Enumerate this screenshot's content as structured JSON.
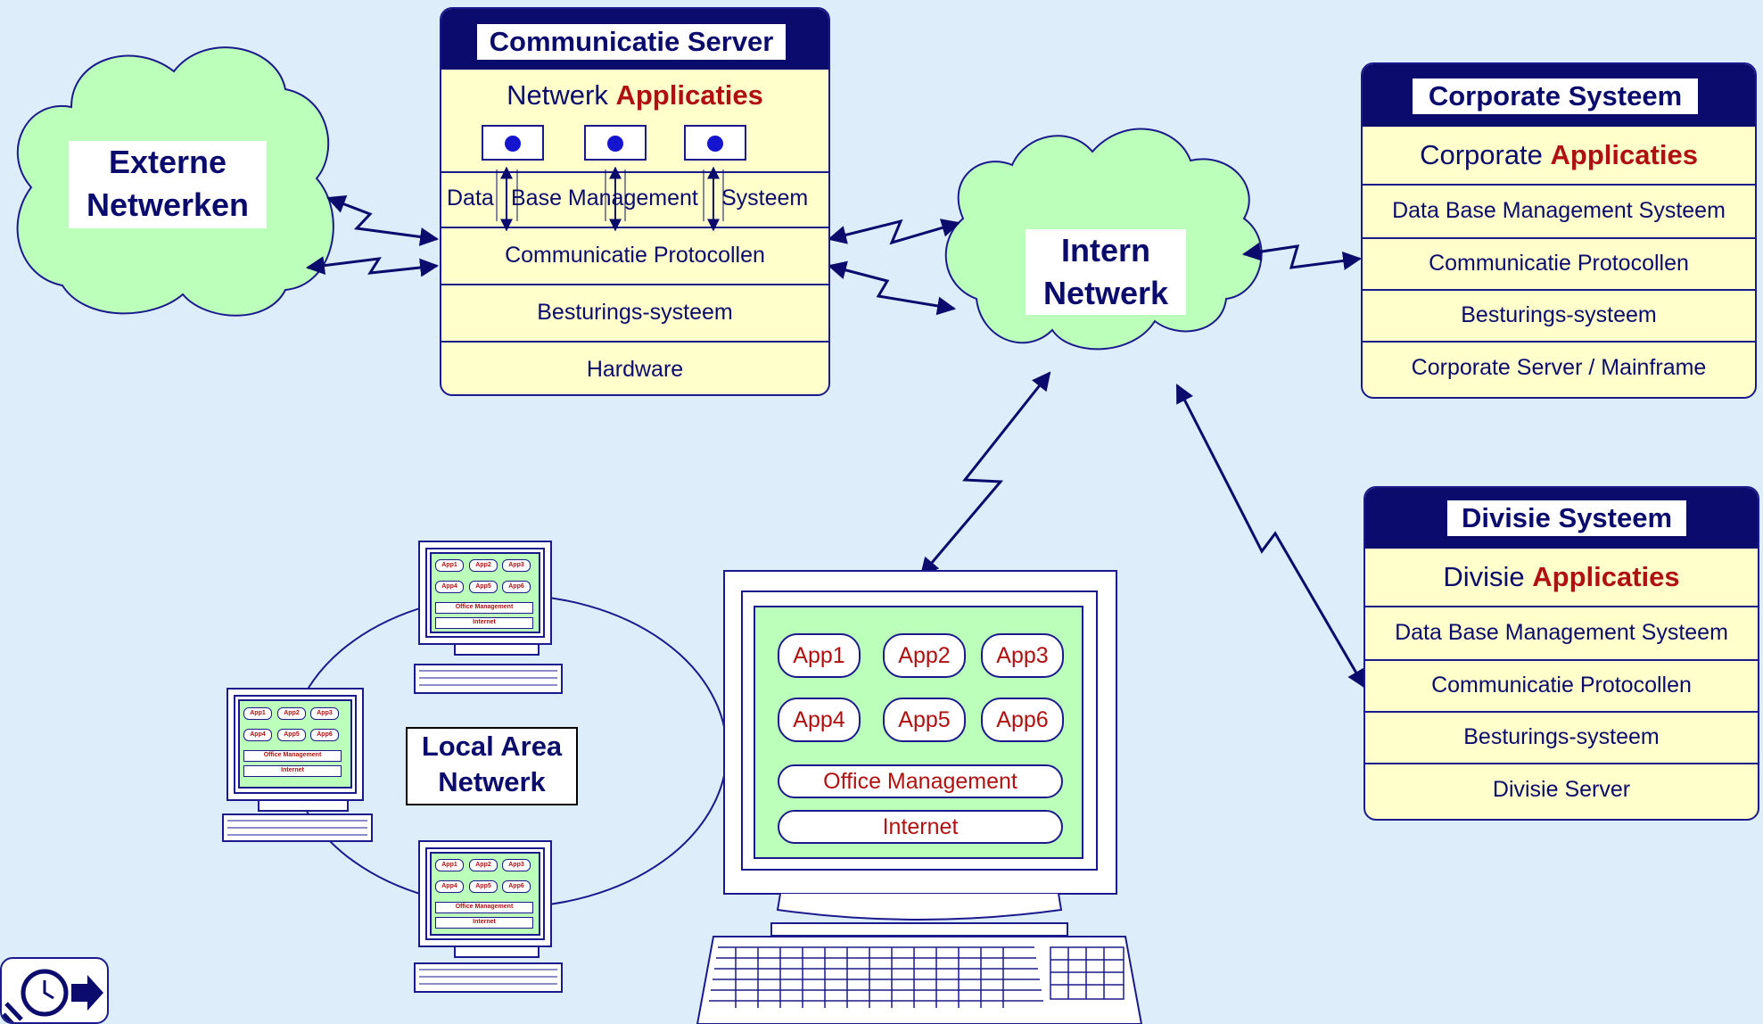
{
  "clouds": {
    "external": {
      "line1": "Externe",
      "line2": "Netwerken"
    },
    "internal": {
      "line1": "Intern",
      "line2": "Netwerk"
    }
  },
  "comm_server": {
    "title": "Communicatie Server",
    "apps_prefix": "Netwerk",
    "apps_highlight": "Applicaties",
    "dbms_words": [
      "Data",
      "Base Management",
      "Systeem"
    ],
    "rows": [
      "Communicatie Protocollen",
      "Besturings-systeem",
      "Hardware"
    ]
  },
  "corporate": {
    "title": "Corporate Systeem",
    "apps_prefix": "Corporate",
    "apps_highlight": "Applicaties",
    "rows": [
      "Data Base Management Systeem",
      "Communicatie Protocollen",
      "Besturings-systeem",
      "Corporate Server / Mainframe"
    ]
  },
  "divisie": {
    "title": "Divisie Systeem",
    "apps_prefix": "Divisie",
    "apps_highlight": "Applicaties",
    "rows": [
      "Data Base Management Systeem",
      "Communicatie Protocollen",
      "Besturings-systeem",
      "Divisie Server"
    ]
  },
  "lan": {
    "line1": "Local Area",
    "line2": "Netwerk"
  },
  "workstation": {
    "apps": [
      "App1",
      "App2",
      "App3",
      "App4",
      "App5",
      "App6"
    ],
    "office": "Office Management",
    "internet": "Internet"
  },
  "icons": {
    "corner": "clock-arrow-icon"
  },
  "colors": {
    "background": "#ddeefa",
    "navy": "#0b0b6e",
    "cloud": "#bbffbb",
    "stack": "#ffffcc",
    "accent_red": "#b01010",
    "screen": "#bbffbb"
  }
}
